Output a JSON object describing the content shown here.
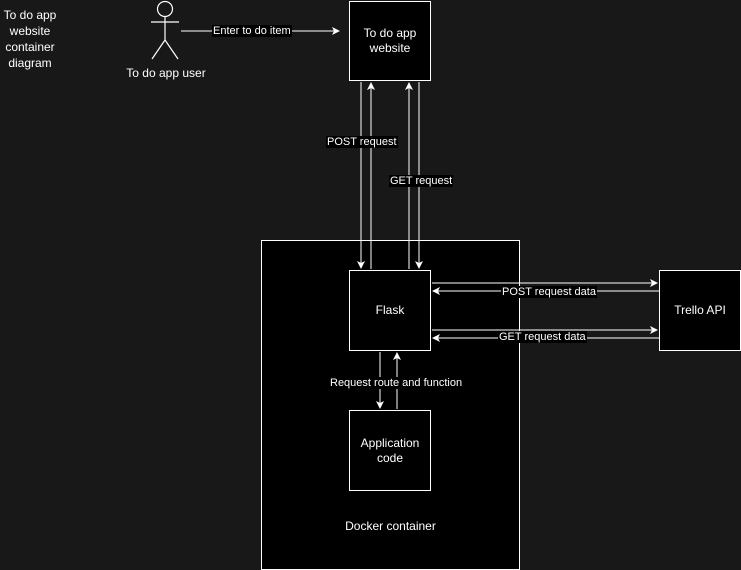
{
  "diagram": {
    "title": "To do app website container diagram",
    "actor": {
      "label": "To do app user"
    },
    "nodes": {
      "website": "To do app website",
      "flask": "Flask",
      "app_code": "Application code",
      "trello": "Trello API",
      "docker": "Docker container"
    },
    "edges": {
      "enter_item": "Enter to do item",
      "post_request": "POST request",
      "get_request": "GET request",
      "post_request_data": "POST request data",
      "get_request_data": "GET request data",
      "route_function": "Request route and function"
    }
  },
  "colors": {
    "background": "#181818",
    "box_fill": "#000000",
    "stroke": "#ffffff"
  }
}
